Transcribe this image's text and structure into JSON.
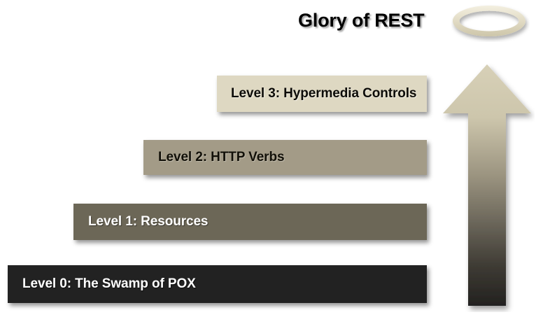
{
  "diagram": {
    "title": "Glory of REST",
    "halo_icon": "halo-ring-icon",
    "arrow_icon": "upward-arrow-icon",
    "colors": {
      "background": "#ffffff",
      "title_text": "#000000",
      "halo_fill": "#ded8c2",
      "arrow_top": "#d4cdb4",
      "arrow_bottom": "#222222",
      "level3_bg": "#ded8c2",
      "level3_text": "#0d0c08",
      "level2_bg": "#a39b87",
      "level2_text": "#121008",
      "level1_bg": "#6c6757",
      "level1_text": "#ffffff",
      "level0_bg": "#222222",
      "level0_text": "#ffffff"
    },
    "levels": [
      {
        "id": "level-3",
        "label": "Level 3: Hypermedia Controls"
      },
      {
        "id": "level-2",
        "label": "Level 2: HTTP Verbs"
      },
      {
        "id": "level-1",
        "label": "Level 1: Resources"
      },
      {
        "id": "level-0",
        "label": "Level 0: The Swamp of POX"
      }
    ]
  }
}
